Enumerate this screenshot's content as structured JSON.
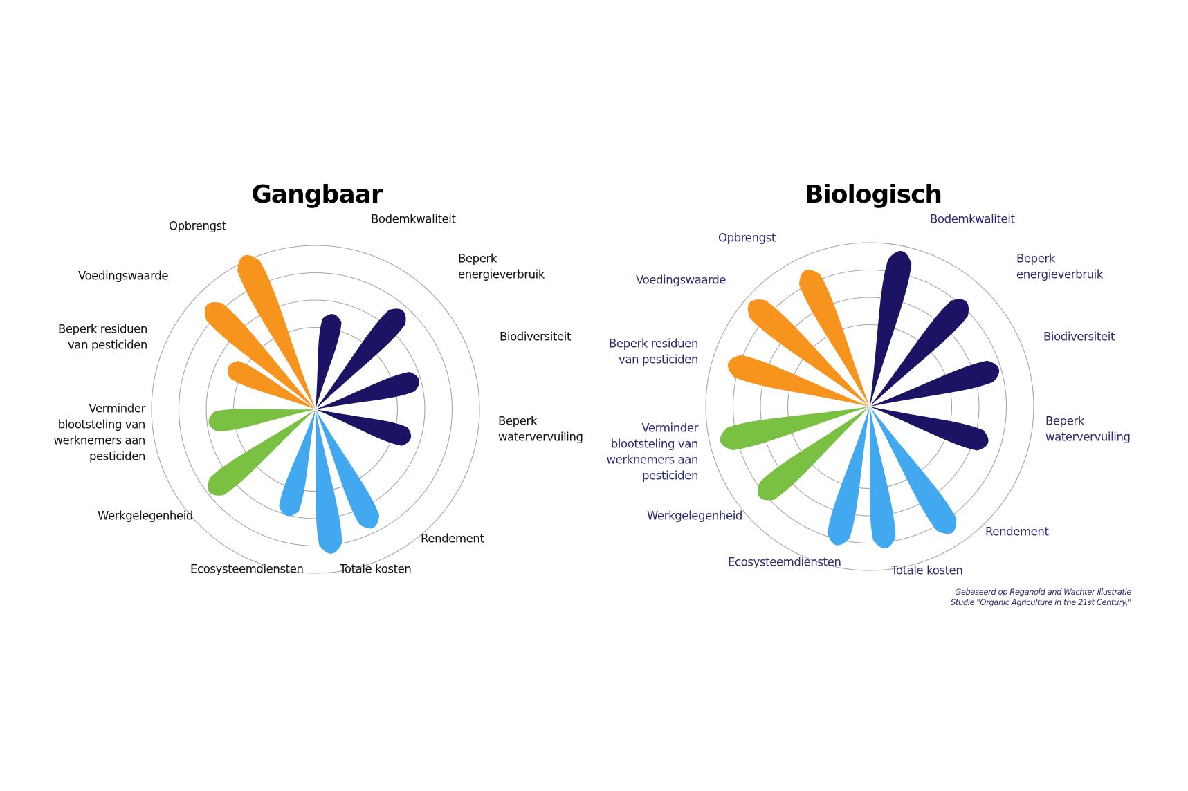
{
  "colors": {
    "orange": "#f7941d",
    "navy": "#1b1464",
    "green": "#7ac143",
    "lightblue": "#42a8f0",
    "ring": "#a6a6a6",
    "label_left": "#111111",
    "label_right": "#2b2a72"
  },
  "chart_data": [
    {
      "type": "polar-petal",
      "title": "Gangbaar",
      "rings": [
        3,
        4,
        5,
        6
      ],
      "rlim": [
        0,
        6
      ],
      "grid": true,
      "labels": [
        {
          "lines": [
            "Bodemkwaliteit"
          ],
          "value": 3.6,
          "group": "navy"
        },
        {
          "lines": [
            "Beperk",
            "energieverbruik"
          ],
          "value": 4.9,
          "group": "navy"
        },
        {
          "lines": [
            "Biodiversiteit"
          ],
          "value": 4.0,
          "group": "navy"
        },
        {
          "lines": [
            "Beperk",
            "watervervuiling"
          ],
          "value": 3.7,
          "group": "navy"
        },
        {
          "lines": [
            "Rendement"
          ],
          "value": 4.9,
          "group": "lightblue"
        },
        {
          "lines": [
            "Totale kosten"
          ],
          "value": 5.4,
          "group": "lightblue"
        },
        {
          "lines": [
            "Ecosysteemdiensten"
          ],
          "value": 4.1,
          "group": "lightblue"
        },
        {
          "lines": [
            "Werkgelegenheid"
          ],
          "value": 5.0,
          "group": "green"
        },
        {
          "lines": [
            "Verminder",
            "blootsteling van",
            "werknemers aan",
            "pesticiden"
          ],
          "value": 4.0,
          "group": "green"
        },
        {
          "lines": [
            "Beperk residuen",
            "van pesticiden"
          ],
          "value": 3.6,
          "group": "orange"
        },
        {
          "lines": [
            "Voedingswaarde"
          ],
          "value": 5.6,
          "group": "orange"
        },
        {
          "lines": [
            "Opbrengst"
          ],
          "value": 6.3,
          "group": "orange"
        }
      ]
    },
    {
      "type": "polar-petal",
      "title": "Biologisch",
      "rings": [
        3,
        4,
        5,
        6
      ],
      "rlim": [
        0,
        6
      ],
      "grid": true,
      "labels": [
        {
          "lines": [
            "Bodemkwaliteit"
          ],
          "value": 5.9,
          "group": "navy"
        },
        {
          "lines": [
            "Beperk",
            "energieverbruik"
          ],
          "value": 5.3,
          "group": "navy"
        },
        {
          "lines": [
            "Biodiversiteit"
          ],
          "value": 5.0,
          "group": "navy"
        },
        {
          "lines": [
            "Beperk",
            "watervervuiling"
          ],
          "value": 4.6,
          "group": "navy"
        },
        {
          "lines": [
            "Rendement"
          ],
          "value": 5.6,
          "group": "lightblue"
        },
        {
          "lines": [
            "Totale kosten"
          ],
          "value": 5.3,
          "group": "lightblue"
        },
        {
          "lines": [
            "Ecosysteemdiensten"
          ],
          "value": 5.3,
          "group": "lightblue"
        },
        {
          "lines": [
            "Werkgelegenheid"
          ],
          "value": 5.3,
          "group": "green"
        },
        {
          "lines": [
            "Verminder",
            "blootsteling van",
            "werknemers aan",
            "pesticiden"
          ],
          "value": 5.7,
          "group": "green"
        },
        {
          "lines": [
            "Beperk residuen",
            "van pesticiden"
          ],
          "value": 5.5,
          "group": "orange"
        },
        {
          "lines": [
            "Voedingswaarde"
          ],
          "value": 5.9,
          "group": "orange"
        },
        {
          "lines": [
            "Opbrengst"
          ],
          "value": 5.6,
          "group": "orange"
        }
      ]
    }
  ],
  "footnote": {
    "line1": "Gebaseerd op Reganold and Wachter illustratie",
    "line2": "Studie \"Organic Agriculture in the 21st Century,\""
  }
}
